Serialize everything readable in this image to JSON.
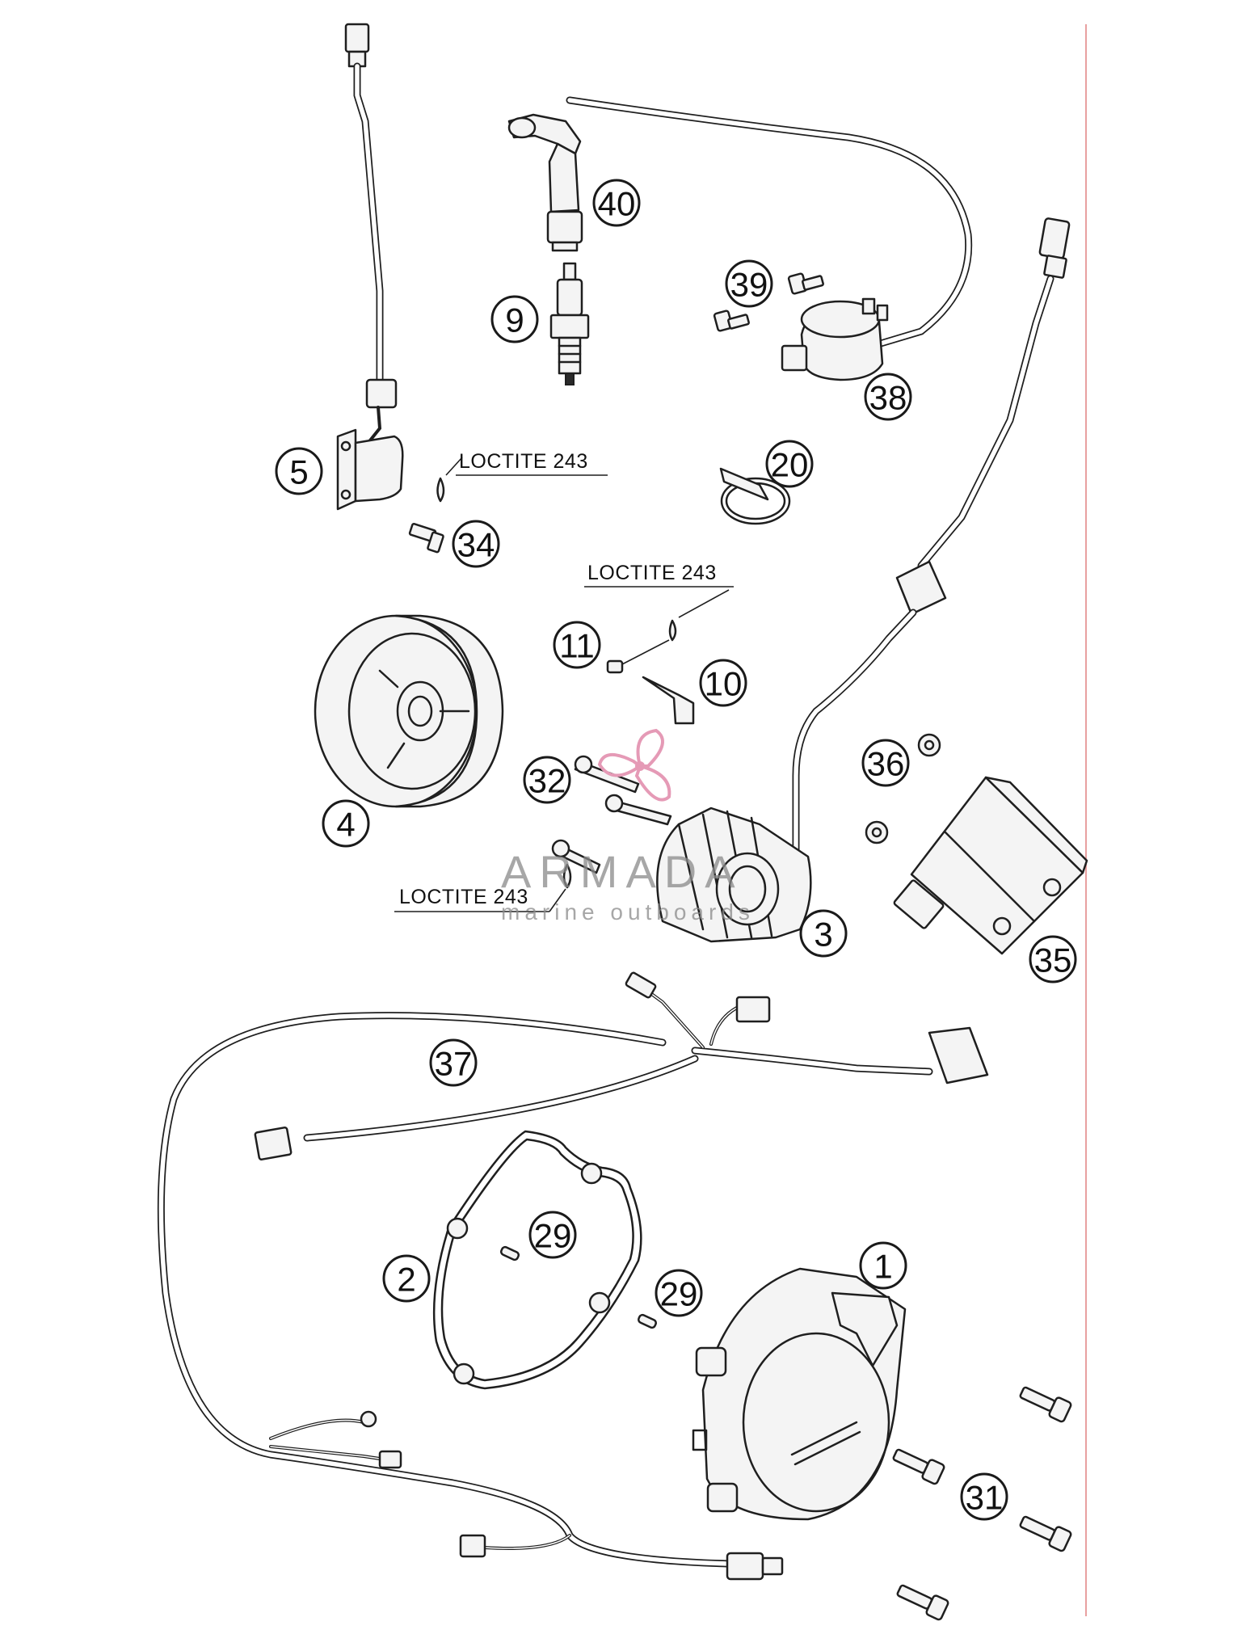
{
  "callouts": {
    "c1": "1",
    "c2": "2",
    "c3": "3",
    "c4": "4",
    "c5": "5",
    "c9": "9",
    "c10": "10",
    "c11": "11",
    "c20": "20",
    "c29a": "29",
    "c29b": "29",
    "c31": "31",
    "c32": "32",
    "c34": "34",
    "c35": "35",
    "c36": "36",
    "c37": "37",
    "c38": "38",
    "c39": "39",
    "c40": "40"
  },
  "notes": {
    "loctite_top": "LOCTITE 243",
    "loctite_middle": "LOCTITE 243",
    "loctite_bottom": "LOCTITE 243"
  },
  "watermark": {
    "title": "ARMADA",
    "subtitle": "marine outboards",
    "logo_icon": "propeller-icon",
    "accent": "#e59ab6"
  },
  "colors": {
    "line": "#1f1f1f",
    "border_line": "#e8a0a0"
  }
}
